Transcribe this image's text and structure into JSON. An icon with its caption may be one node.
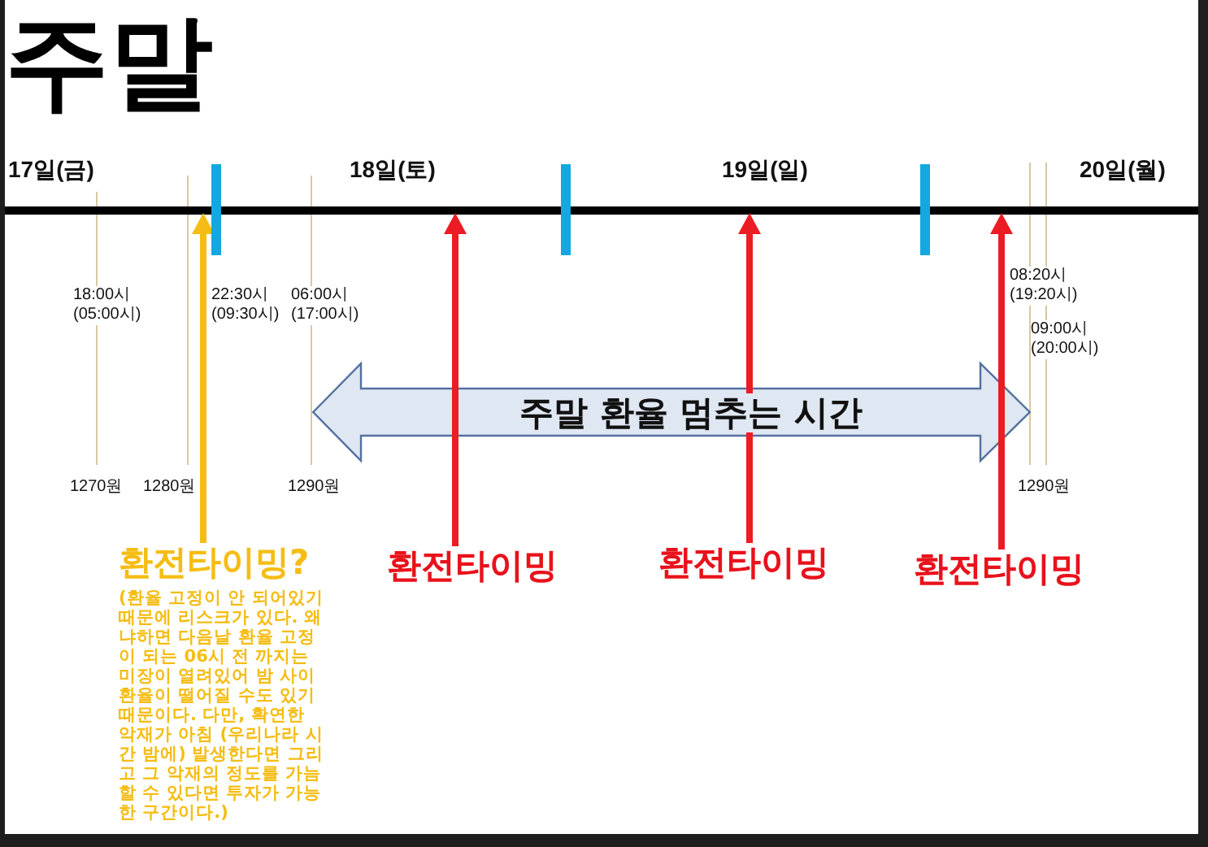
{
  "diagram": {
    "title": "주말",
    "nodes": [
      {
        "text": [
          "주말 환율 멈추는 시간"
        ]
      },
      {
        "text": [
          "환전타이밍?",
          "(환율 고정이 안 되어있기 때문에 리스크가 있다. 왜냐하면 다음날 환율 고정이 되는 06시 전 까지는 미장이 열려있어 밤 사이 환율이 떨어질 수도 있기 때문이다. 다만, 확연한 악재가 아침 (우리나라 시간 밤에) 발생한다면 그리고 그 악재의 정도를 가늠할 수 있다면 투자가 가능한 구간이다.)"
        ]
      },
      {
        "text": [
          "환전타이밍"
        ]
      },
      {
        "text": [
          "환전타이밍"
        ]
      },
      {
        "text": [
          "환전타이밍"
        ]
      }
    ],
    "edges": [
      {
        "from": 1,
        "to": null,
        "arrow": "to",
        "color": "#f5bd14"
      },
      {
        "from": 2,
        "to": null,
        "arrow": "to"
      },
      {
        "from": 3,
        "to": null,
        "arrow": "to"
      },
      {
        "from": 4,
        "to": null,
        "arrow": "to"
      }
    ],
    "labels": [
      "17일(금)",
      "18일(토)",
      "19일(일)",
      "20일(월)",
      "18:00시 (05:00시)",
      "22:30시 (09:30시)",
      "06:00시 (17:00시)",
      "08:20시 (19:20시)",
      "09:00시 (20:00시)",
      "1270원",
      "1280원",
      "1290원",
      "1290원"
    ]
  }
}
